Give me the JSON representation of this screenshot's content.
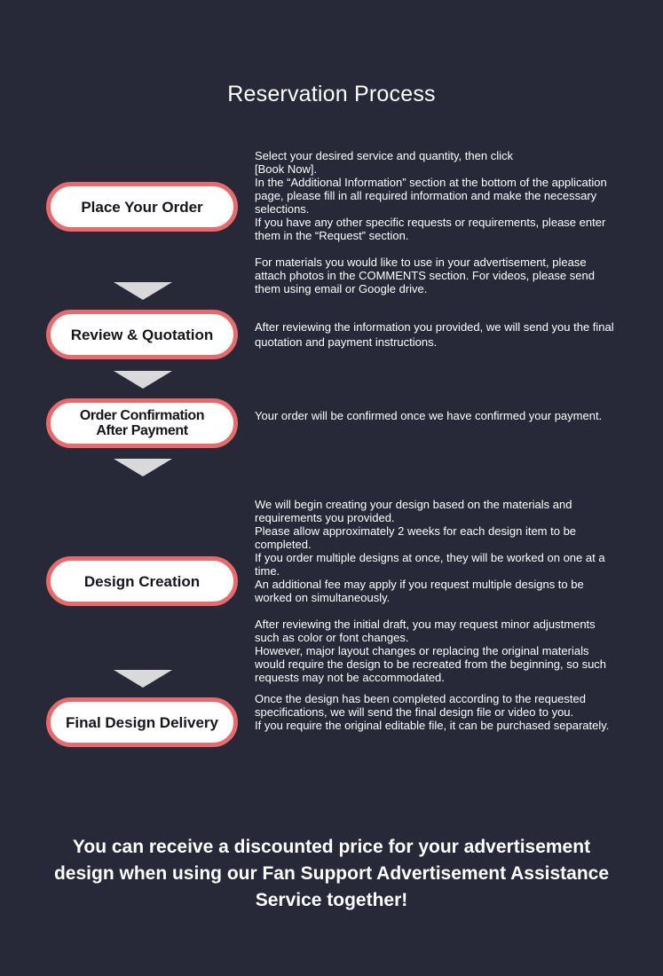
{
  "title": "Reservation Process",
  "steps": [
    {
      "label": "Place Your Order",
      "paragraphs": [
        [
          "Select your desired service and quantity, then click",
          "[Book Now].",
          "In the “Additional Information” section at the bottom of the application page, please fill in all required information and make the necessary selections.",
          "If you have any other specific requests or requirements, please enter them in the “Request” section."
        ],
        [
          "For materials you would like to use in your advertisement, please attach photos in the COMMENTS section. For videos, please send them using email or Google drive."
        ]
      ]
    },
    {
      "label": "Review & Quotation",
      "paragraphs": [
        [
          "After reviewing the information you provided, we will send you the final quotation and payment instructions."
        ]
      ]
    },
    {
      "label_line1": "Order Confirmation",
      "label_line2": "After Payment",
      "paragraphs": [
        [
          "Your order will be confirmed once we have confirmed your payment."
        ]
      ]
    },
    {
      "label": "Design Creation",
      "paragraphs": [
        [
          "We will begin creating your design based on the materials and requirements you provided.",
          "Please allow approximately 2 weeks for each design item to be completed.",
          "If you order multiple designs at once, they will be worked on one at a time.",
          "An additional fee may apply if you request multiple designs to be worked on simultaneously."
        ],
        [
          "After reviewing the initial draft, you may request minor adjustments such as color or font changes.",
          "However, major layout changes or replacing the original materials would require the design to be recreated from the beginning, so such requests may not be accommodated."
        ]
      ]
    },
    {
      "label": "Final Design Delivery",
      "paragraphs": [
        [
          "Once the design has been completed according to the requested specifications, we will send the final design file or video to you.",
          "If you require the original editable file, it can be purchased separately."
        ]
      ]
    }
  ],
  "footer": "You can receive a discounted price for your advertisement design when using our Fan Support Advertisement Assistance Service together!",
  "colors": {
    "background": "#272838",
    "pill_border": "#e86a6c",
    "arrow": "#d9d9dc"
  }
}
